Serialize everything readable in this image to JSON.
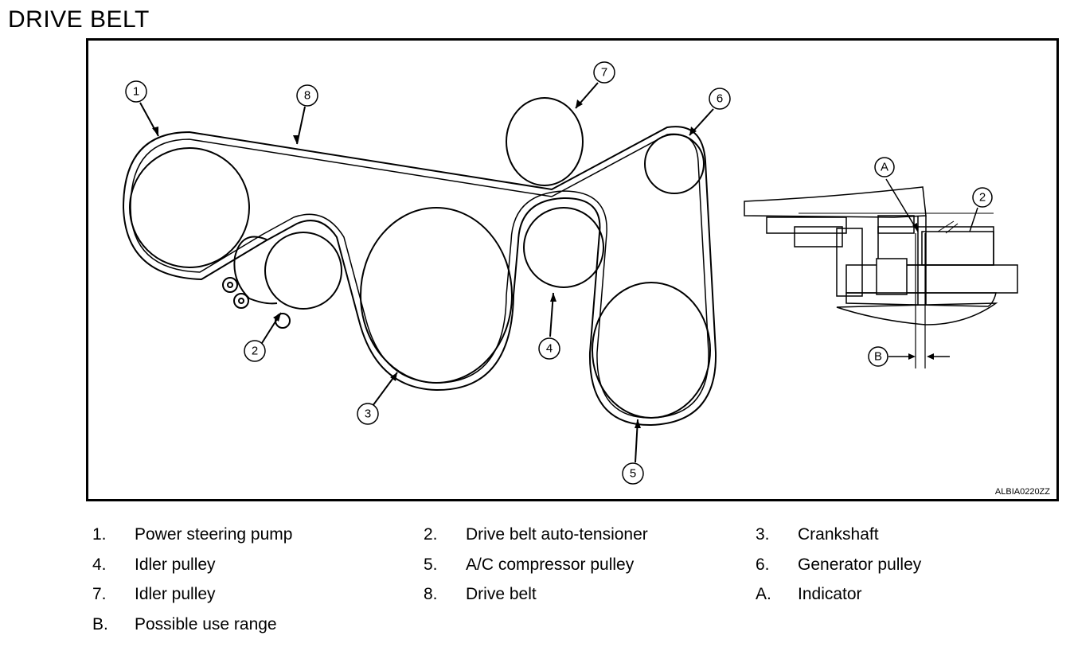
{
  "title": "DRIVE BELT",
  "figure_code": "ALBIA0220ZZ",
  "callouts": [
    "1",
    "2",
    "3",
    "4",
    "5",
    "6",
    "7",
    "8",
    "A",
    "2",
    "B"
  ],
  "legend": [
    {
      "key": "1.",
      "text": "Power steering pump"
    },
    {
      "key": "2.",
      "text": "Drive belt auto-tensioner"
    },
    {
      "key": "3.",
      "text": "Crankshaft"
    },
    {
      "key": "4.",
      "text": "Idler pulley"
    },
    {
      "key": "5.",
      "text": "A/C compressor pulley"
    },
    {
      "key": "6.",
      "text": "Generator pulley"
    },
    {
      "key": "7.",
      "text": "Idler pulley"
    },
    {
      "key": "8.",
      "text": "Drive belt"
    },
    {
      "key": "A.",
      "text": "Indicator"
    },
    {
      "key": "B.",
      "text": "Possible use range"
    }
  ]
}
